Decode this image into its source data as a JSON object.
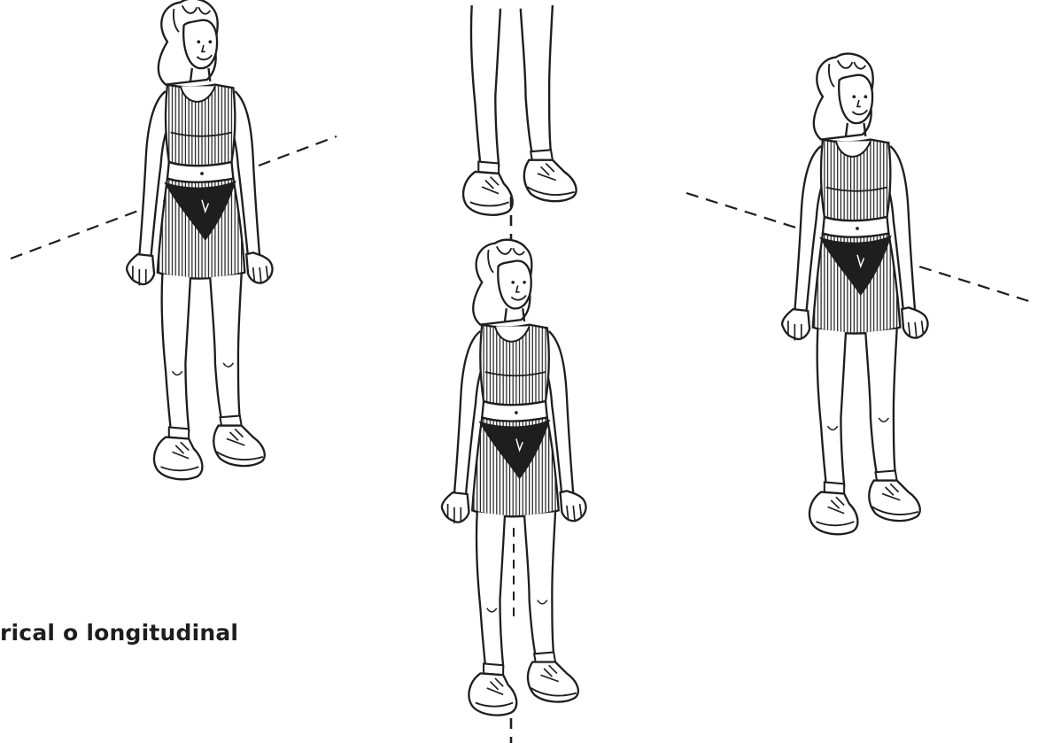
{
  "caption": {
    "text": "rical o longitudinal"
  },
  "figures": [
    {
      "name": "figure-left",
      "axis": "oblique"
    },
    {
      "name": "figure-top-center",
      "axis": "vertical"
    },
    {
      "name": "figure-center",
      "axis": "vertical"
    },
    {
      "name": "figure-right",
      "axis": "oblique"
    }
  ],
  "colors": {
    "ink": "#1e1e1e",
    "background": "#ffffff"
  }
}
